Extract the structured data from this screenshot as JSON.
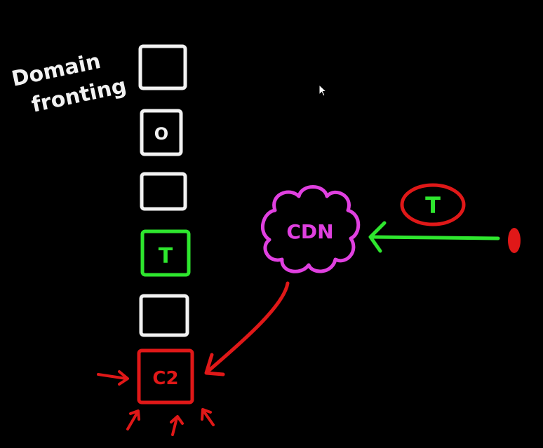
{
  "title": {
    "line1": "Domain",
    "line2": "fronting"
  },
  "stack": [
    {
      "label": "",
      "color": "#f2f2f2"
    },
    {
      "label": "O",
      "color": "#f2f2f2"
    },
    {
      "label": "",
      "color": "#f2f2f2"
    },
    {
      "label": "T",
      "color": "#2ee62e"
    },
    {
      "label": "",
      "color": "#f2f2f2"
    },
    {
      "label": "C2",
      "color": "#e01818"
    }
  ],
  "cdn": {
    "label": "CDN",
    "color": "#e040e0"
  },
  "token": {
    "label": "T",
    "ring_color": "#e01818",
    "text_color": "#2ee62e"
  },
  "colors": {
    "background": "#000000",
    "white": "#f2f2f2",
    "green": "#2ee62e",
    "red": "#e01818",
    "magenta": "#e040e0"
  }
}
